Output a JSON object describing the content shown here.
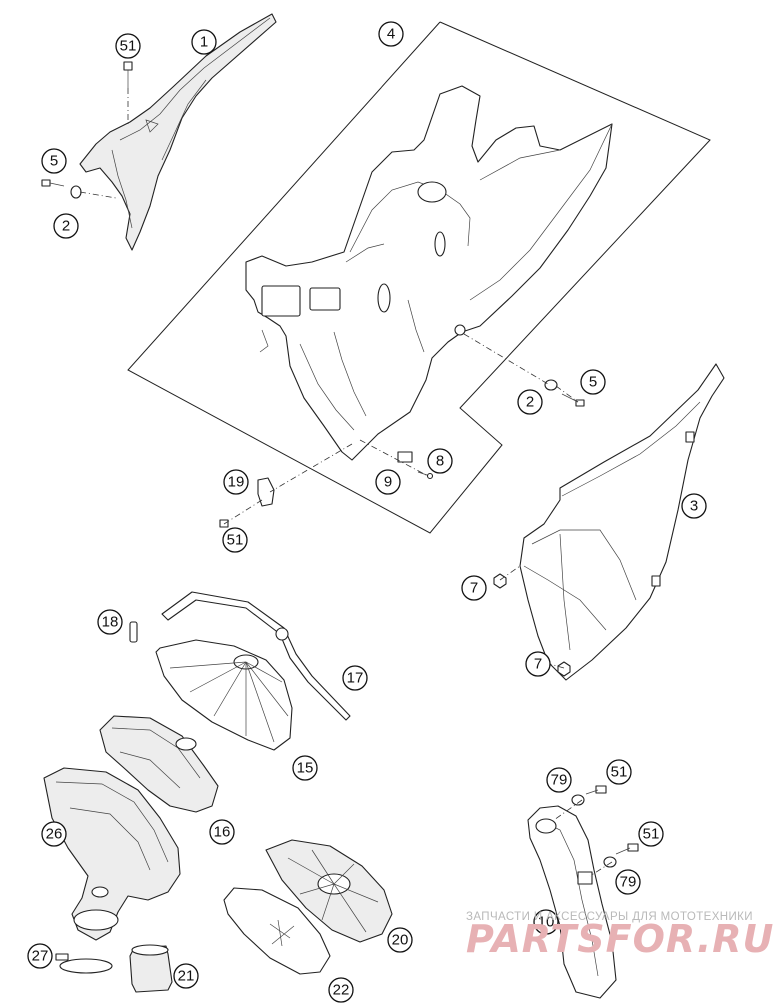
{
  "callouts": {
    "c1": "1",
    "c2a": "2",
    "c2b": "2",
    "c3": "3",
    "c4": "4",
    "c5a": "5",
    "c5b": "5",
    "c7a": "7",
    "c7b": "7",
    "c8": "8",
    "c9": "9",
    "c10": "10",
    "c15": "15",
    "c16": "16",
    "c17": "17",
    "c18": "18",
    "c19": "19",
    "c20": "20",
    "c21": "21",
    "c22": "22",
    "c26": "26",
    "c27": "27",
    "c51a": "51",
    "c51b": "51",
    "c51c": "51",
    "c51d": "51",
    "c79a": "79",
    "c79b": "79"
  },
  "watermark": {
    "tagline": "ЗАПЧАСТИ И АКСЕССУАРЫ ДЛЯ МОТОТЕХНИКИ",
    "logo": "PARTSFOR.RU"
  }
}
